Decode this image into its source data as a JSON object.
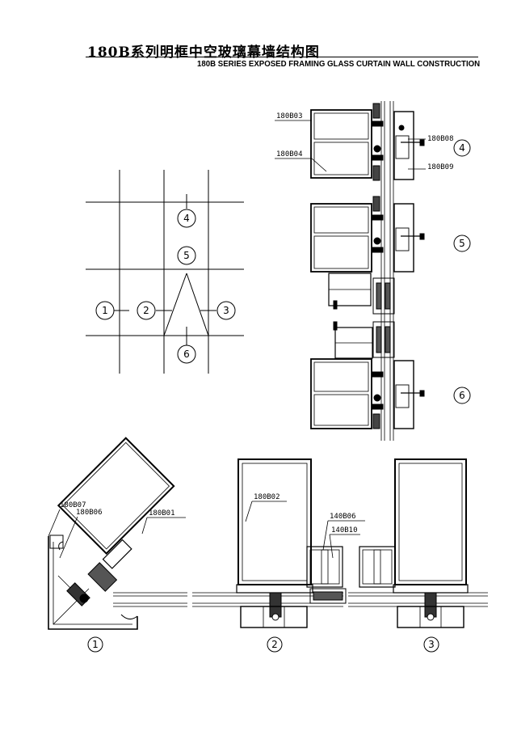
{
  "title": {
    "chinese": "180B系列明框中空玻璃幕墙结构图",
    "english": "180B SERIES EXPOSED FRAMING GLASS CURTAIN WALL  CONSTRUCTION"
  },
  "section_markers": {
    "one": "1",
    "two": "2",
    "three": "3",
    "four": "4",
    "five": "5",
    "six": "6"
  },
  "part_labels": {
    "b03": "180B03",
    "b04": "180B04",
    "b08": "180B08",
    "b09": "180B09",
    "b07": "180B07",
    "b06": "180B06",
    "b01": "180B01",
    "b02": "180B02",
    "p140b06": "140B06",
    "p140b10": "140B10"
  }
}
